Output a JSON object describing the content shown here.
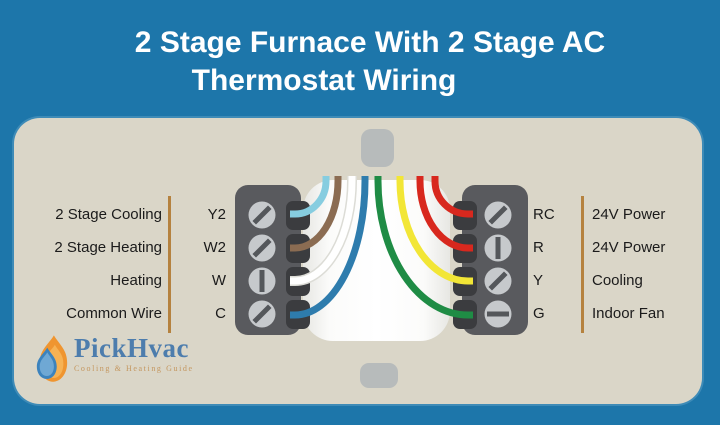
{
  "title": {
    "line1": "2 Stage Furnace With 2 Stage AC",
    "line2": "Thermostat Wiring"
  },
  "rows": {
    "left": [
      {
        "desc": "2 Stage Cooling",
        "terminal": "Y2"
      },
      {
        "desc": "2 Stage Heating",
        "terminal": "W2"
      },
      {
        "desc": "Heating",
        "terminal": "W"
      },
      {
        "desc": "Common Wire",
        "terminal": "C"
      }
    ],
    "right": [
      {
        "terminal": "RC",
        "desc": "24V Power"
      },
      {
        "terminal": "R",
        "desc": "24V Power"
      },
      {
        "terminal": "Y",
        "desc": "Cooling"
      },
      {
        "terminal": "G",
        "desc": "Indoor Fan"
      }
    ]
  },
  "wires": [
    {
      "terminal": "Y2",
      "color_name": "light-blue",
      "color": "#86cde0"
    },
    {
      "terminal": "W2",
      "color_name": "brown",
      "color": "#8b6c52"
    },
    {
      "terminal": "W",
      "color_name": "white",
      "color": "#ffffff"
    },
    {
      "terminal": "C",
      "color_name": "blue",
      "color": "#2e7cad"
    },
    {
      "terminal": "G",
      "color_name": "green",
      "color": "#1f8c45"
    },
    {
      "terminal": "Y",
      "color_name": "yellow",
      "color": "#f2e636"
    },
    {
      "terminal": "R",
      "color_name": "red",
      "color": "#d8281e"
    },
    {
      "terminal": "RC",
      "color_name": "red",
      "color": "#d8281e"
    }
  ],
  "colors": {
    "background": "#1d76aa",
    "panel": "#dad6c8",
    "terminal_block": "#595a5e",
    "terminal_nub": "#3b3c3f",
    "screw": "#c6c9cc",
    "screw_slot": "#54575b",
    "plate": "#ffffff",
    "mount_tab": "#b7bbbb",
    "separator": "#b5823f",
    "label_text": "#1b1b1b",
    "title_text": "#ffffff"
  },
  "logo": {
    "name": "PickHvac",
    "tagline": "Cooling & Heating Guide"
  }
}
